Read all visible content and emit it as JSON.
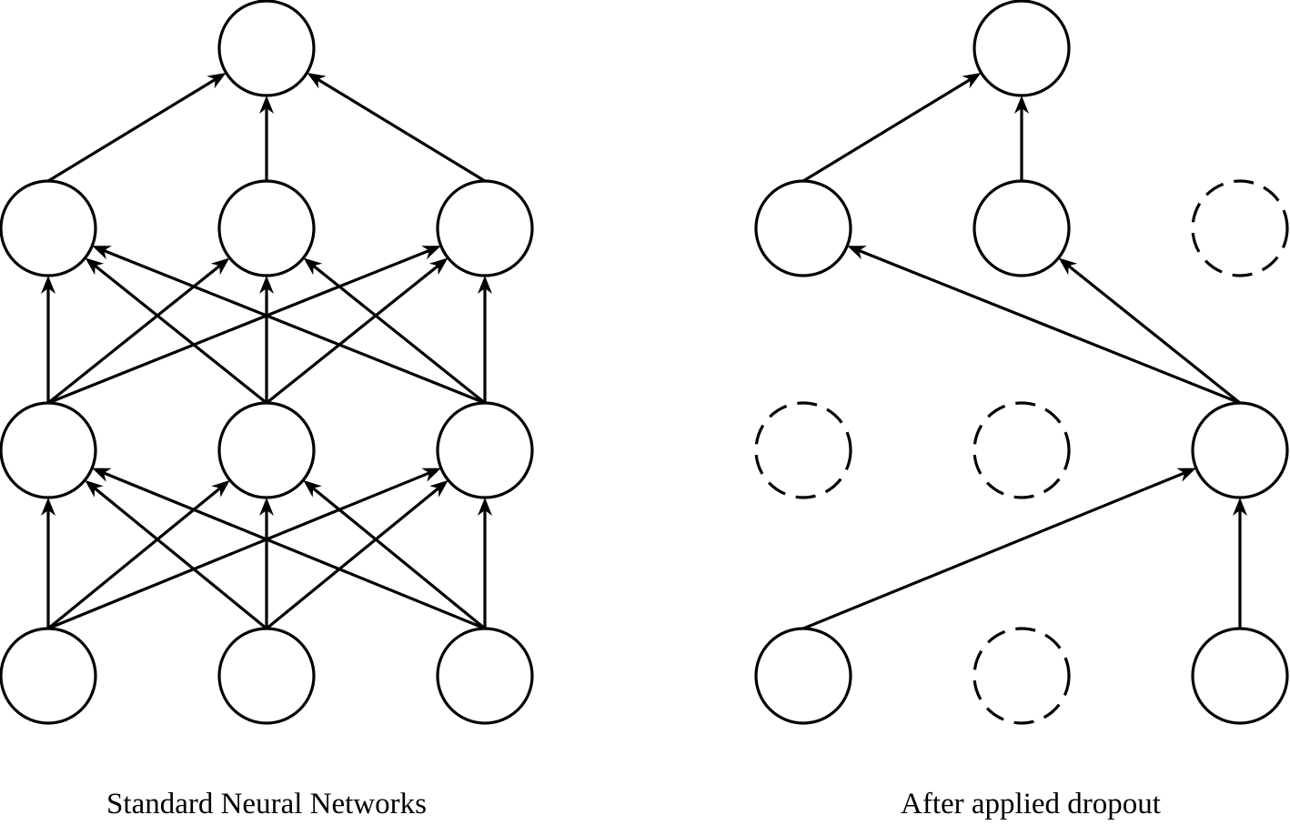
{
  "networks": [
    {
      "id": "standard",
      "caption": "Standard Neural Networks",
      "layers": [
        [
          "active",
          "active",
          "active"
        ],
        [
          "active",
          "active",
          "active"
        ],
        [
          "active",
          "active",
          "active"
        ],
        [
          "active"
        ]
      ],
      "edges": [
        [
          [
            0,
            0
          ],
          [
            1,
            0
          ]
        ],
        [
          [
            0,
            0
          ],
          [
            1,
            1
          ]
        ],
        [
          [
            0,
            0
          ],
          [
            1,
            2
          ]
        ],
        [
          [
            0,
            1
          ],
          [
            1,
            0
          ]
        ],
        [
          [
            0,
            1
          ],
          [
            1,
            1
          ]
        ],
        [
          [
            0,
            1
          ],
          [
            1,
            2
          ]
        ],
        [
          [
            0,
            2
          ],
          [
            1,
            0
          ]
        ],
        [
          [
            0,
            2
          ],
          [
            1,
            1
          ]
        ],
        [
          [
            0,
            2
          ],
          [
            1,
            2
          ]
        ],
        [
          [
            1,
            0
          ],
          [
            2,
            0
          ]
        ],
        [
          [
            1,
            0
          ],
          [
            2,
            1
          ]
        ],
        [
          [
            1,
            0
          ],
          [
            2,
            2
          ]
        ],
        [
          [
            1,
            1
          ],
          [
            2,
            0
          ]
        ],
        [
          [
            1,
            1
          ],
          [
            2,
            1
          ]
        ],
        [
          [
            1,
            1
          ],
          [
            2,
            2
          ]
        ],
        [
          [
            1,
            2
          ],
          [
            2,
            0
          ]
        ],
        [
          [
            1,
            2
          ],
          [
            2,
            1
          ]
        ],
        [
          [
            1,
            2
          ],
          [
            2,
            2
          ]
        ],
        [
          [
            2,
            0
          ],
          [
            3,
            0
          ]
        ],
        [
          [
            2,
            1
          ],
          [
            3,
            0
          ]
        ],
        [
          [
            2,
            2
          ],
          [
            3,
            0
          ]
        ]
      ]
    },
    {
      "id": "dropout",
      "caption": "After applied dropout",
      "layers": [
        [
          "active",
          "dropped",
          "active"
        ],
        [
          "dropped",
          "dropped",
          "active"
        ],
        [
          "active",
          "active",
          "dropped"
        ],
        [
          "active"
        ]
      ],
      "edges": [
        [
          [
            0,
            0
          ],
          [
            1,
            2
          ]
        ],
        [
          [
            0,
            2
          ],
          [
            1,
            2
          ]
        ],
        [
          [
            1,
            2
          ],
          [
            2,
            0
          ]
        ],
        [
          [
            1,
            2
          ],
          [
            2,
            1
          ]
        ],
        [
          [
            2,
            0
          ],
          [
            3,
            0
          ]
        ],
        [
          [
            2,
            1
          ],
          [
            3,
            0
          ]
        ]
      ]
    }
  ]
}
